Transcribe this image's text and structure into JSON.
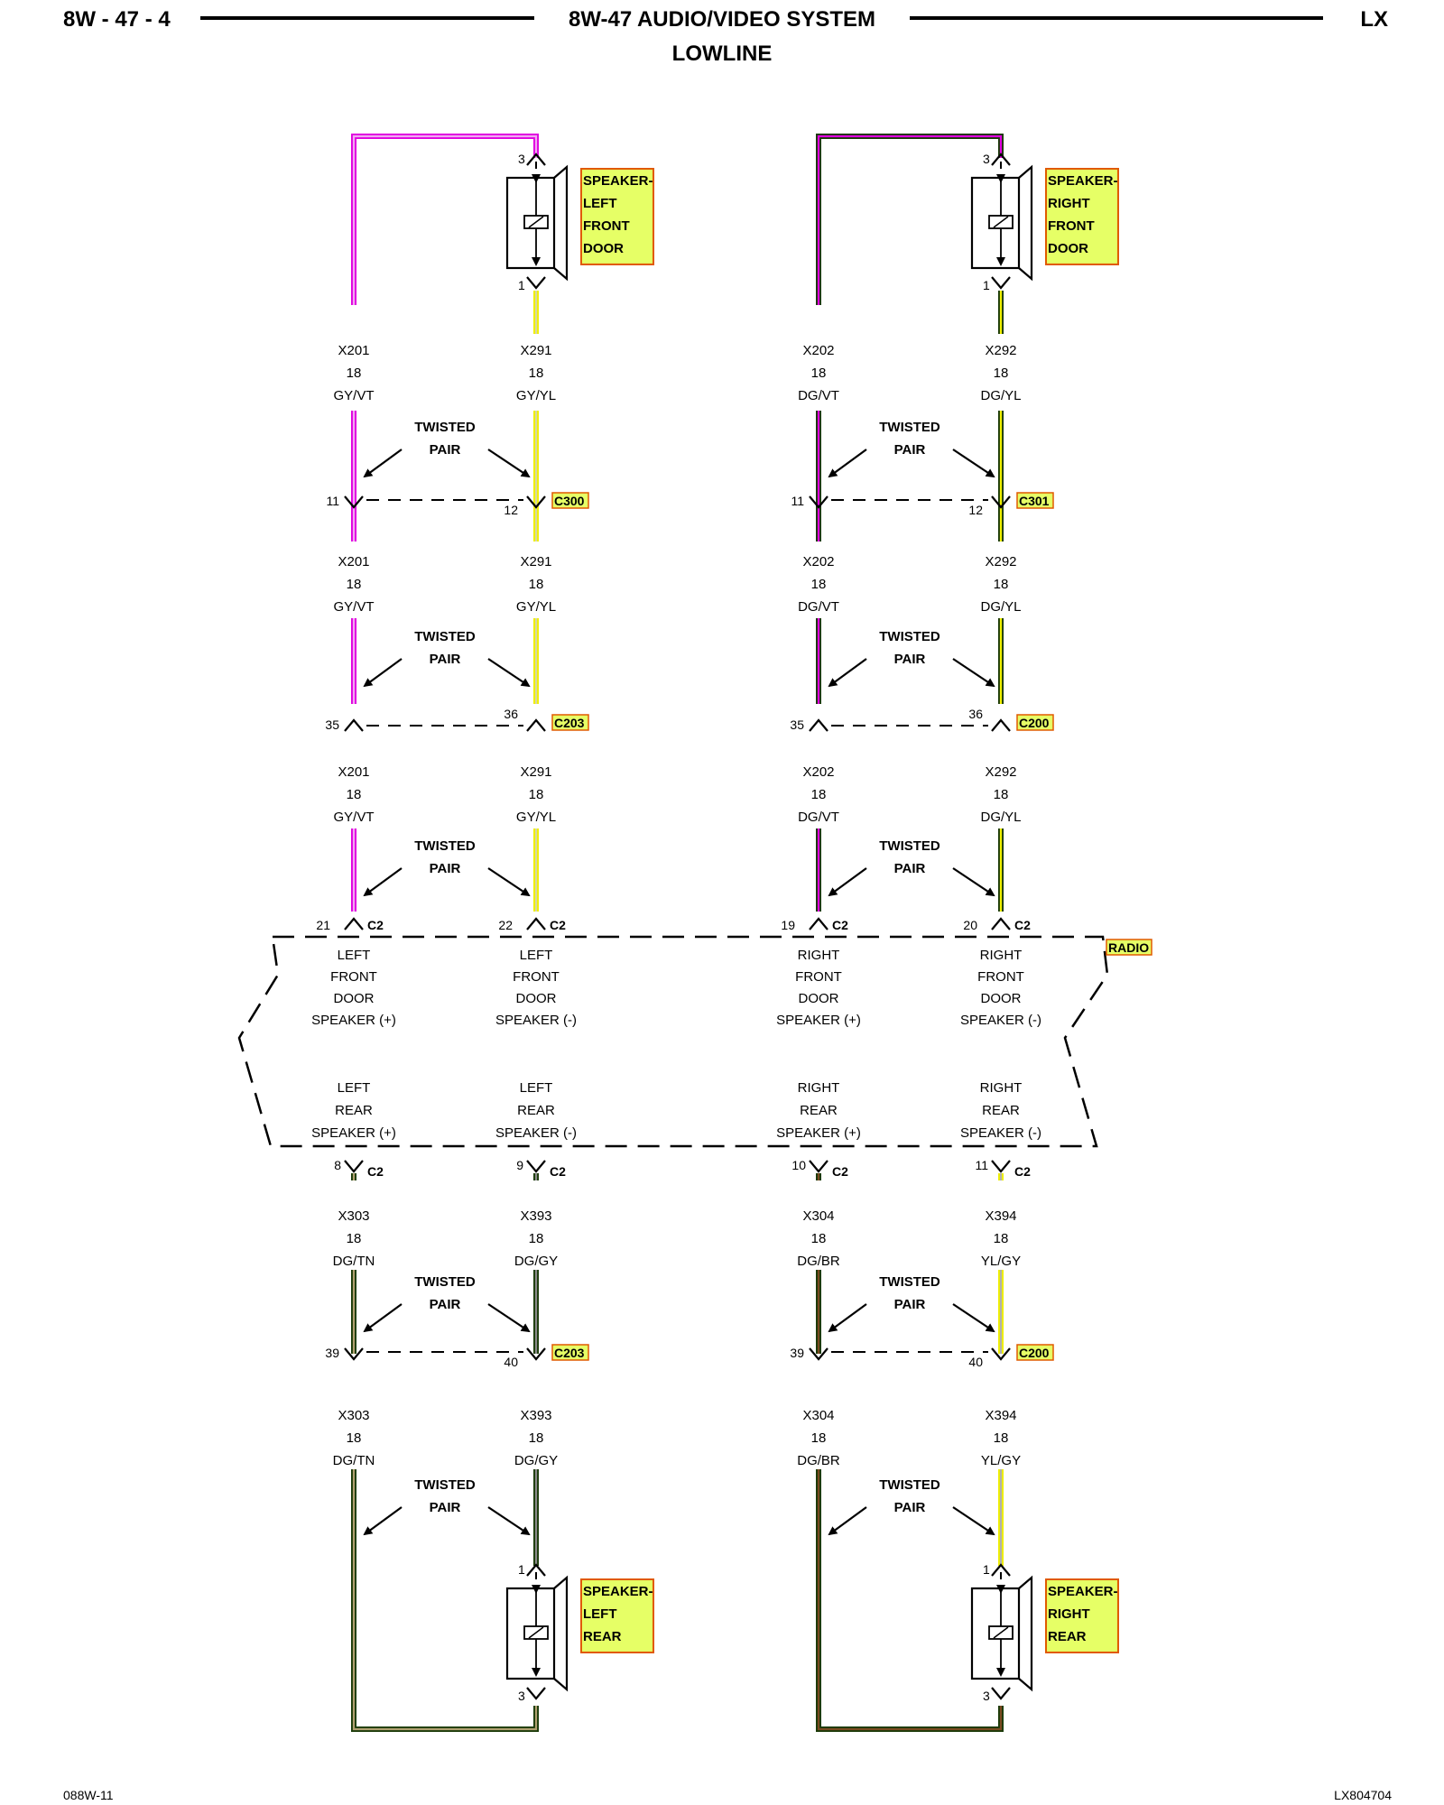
{
  "header": {
    "left": "8W - 47 - 4",
    "title": "8W-47 AUDIO/VIDEO SYSTEM",
    "subtitle": "LOWLINE",
    "right": "LX"
  },
  "footer": {
    "left": "088W-11",
    "right": "LX804704"
  },
  "colors": {
    "violet": "#e000e0",
    "dark_green": "#1a3a08",
    "yellow": "#f0f000",
    "label_fill": "#e6ff66",
    "label_border": "#e05a00"
  },
  "twisted_pair": [
    "TWISTED",
    "PAIR"
  ],
  "speakers": {
    "left_front": {
      "lines": [
        "SPEAKER-",
        "LEFT",
        "FRONT",
        "DOOR"
      ],
      "pin_top": "3",
      "pin_bottom": "1"
    },
    "right_front": {
      "lines": [
        "SPEAKER-",
        "RIGHT",
        "FRONT",
        "DOOR"
      ],
      "pin_top": "3",
      "pin_bottom": "1"
    },
    "left_rear": {
      "lines": [
        "SPEAKER-",
        "LEFT",
        "REAR"
      ],
      "pin_top": "1",
      "pin_bottom": "3"
    },
    "right_rear": {
      "lines": [
        "SPEAKER-",
        "RIGHT",
        "REAR"
      ],
      "pin_top": "1",
      "pin_bottom": "3"
    }
  },
  "circuits": {
    "x201": [
      "X201",
      "18",
      "GY/VT"
    ],
    "x291": [
      "X291",
      "18",
      "GY/YL"
    ],
    "x202": [
      "X202",
      "18",
      "DG/VT"
    ],
    "x292": [
      "X292",
      "18",
      "DG/YL"
    ],
    "x303": [
      "X303",
      "18",
      "DG/TN"
    ],
    "x393": [
      "X393",
      "18",
      "DG/GY"
    ],
    "x304": [
      "X304",
      "18",
      "DG/BR"
    ],
    "x394": [
      "X394",
      "18",
      "YL/GY"
    ]
  },
  "connectors": {
    "c300": {
      "name": "C300",
      "pins": [
        "11",
        "12"
      ]
    },
    "c301": {
      "name": "C301",
      "pins": [
        "11",
        "12"
      ]
    },
    "c203_top": {
      "name": "C203",
      "pins": [
        "35",
        "36"
      ]
    },
    "c200_top": {
      "name": "C200",
      "pins": [
        "35",
        "36"
      ]
    },
    "c203_bot": {
      "name": "C203",
      "pins": [
        "39",
        "40"
      ]
    },
    "c200_bot": {
      "name": "C200",
      "pins": [
        "39",
        "40"
      ]
    },
    "c2": {
      "name": "C2",
      "top_pins": [
        "21",
        "22",
        "19",
        "20"
      ],
      "bottom_pins": [
        "8",
        "9",
        "10",
        "11"
      ]
    }
  },
  "radio": {
    "name": "RADIO",
    "front": [
      [
        "LEFT",
        "FRONT",
        "DOOR",
        "SPEAKER (+)"
      ],
      [
        "LEFT",
        "FRONT",
        "DOOR",
        "SPEAKER (-)"
      ],
      [
        "RIGHT",
        "FRONT",
        "DOOR",
        "SPEAKER (+)"
      ],
      [
        "RIGHT",
        "FRONT",
        "DOOR",
        "SPEAKER (-)"
      ]
    ],
    "rear": [
      [
        "LEFT",
        "REAR",
        "SPEAKER (+)"
      ],
      [
        "LEFT",
        "REAR",
        "SPEAKER (-)"
      ],
      [
        "RIGHT",
        "REAR",
        "SPEAKER (+)"
      ],
      [
        "RIGHT",
        "REAR",
        "SPEAKER (-)"
      ]
    ]
  }
}
